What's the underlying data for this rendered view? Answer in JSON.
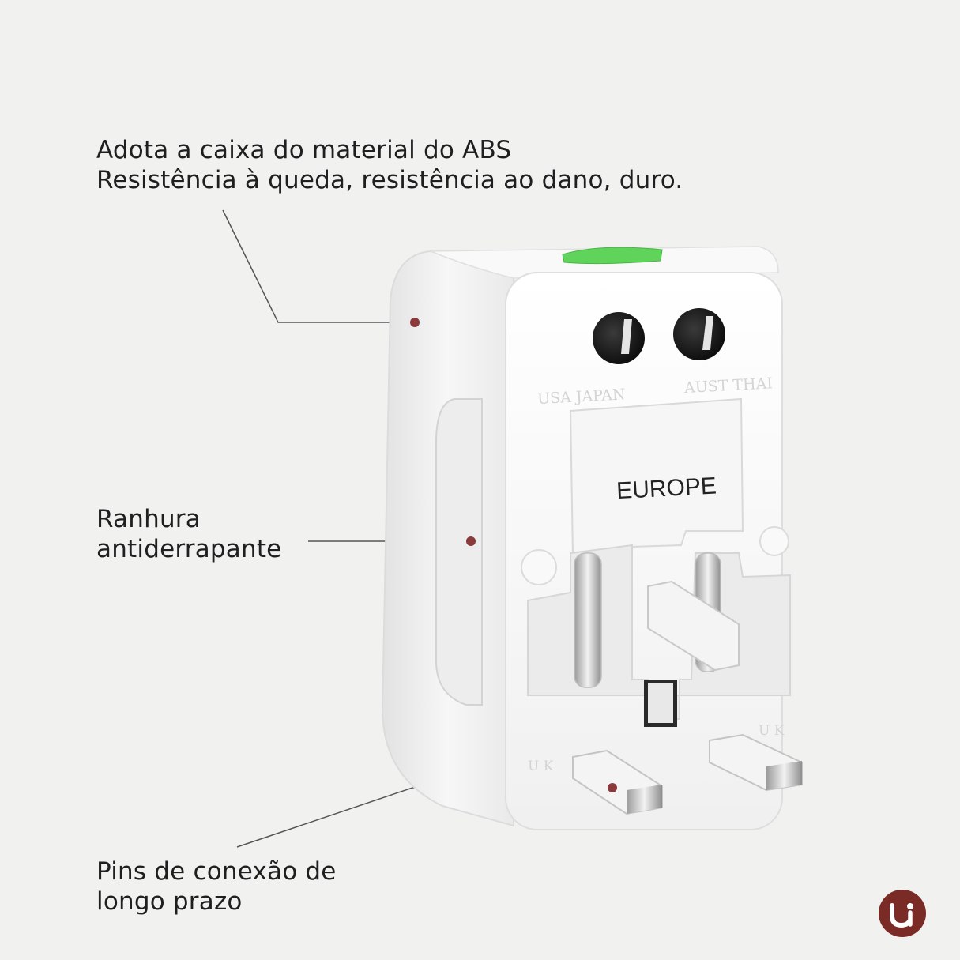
{
  "captions": {
    "material": {
      "line1": "Adota a caixa do material do ABS",
      "line2": "Resistência à queda, resistência ao dano, duro."
    },
    "groove": {
      "line1": "Ranhura",
      "line2": "antiderrapante"
    },
    "pins": {
      "line1": "Pins de conexão de",
      "line2": "longo prazo"
    }
  },
  "adapter": {
    "europe_label": "EUROPE",
    "socket_label_left": "USA JAPAN",
    "socket_label_right": "AUST THAI",
    "uk_label_left": "U K",
    "uk_label_right": "U K"
  },
  "colors": {
    "background": "#f1f1f0",
    "accent_marker": "#8a3a3a",
    "slider_green": "#5fd35a",
    "logo": "#7a2b26"
  },
  "icons": {
    "brand_logo": "ui-logo-icon"
  }
}
